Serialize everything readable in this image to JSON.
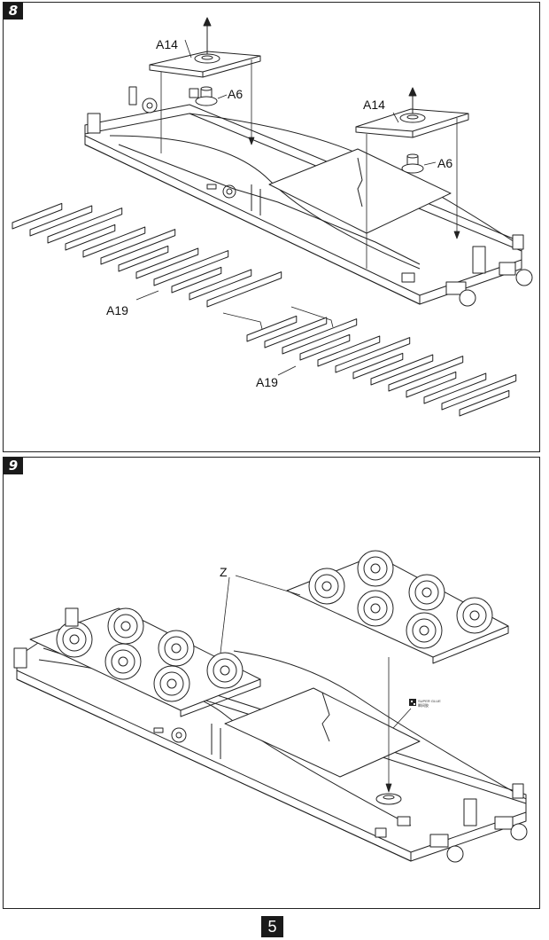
{
  "page_number": "5",
  "steps": [
    {
      "number": "8",
      "labels": {
        "a14_left": "A14",
        "a6_left": "A6",
        "a14_right": "A14",
        "a6_right": "A6",
        "a19_upper": "A19",
        "a19_lower": "A19"
      }
    },
    {
      "number": "9",
      "labels": {
        "z": "Z",
        "glue_line1": "SUPER GLUE",
        "glue_line2": "瞬间胶"
      }
    }
  ]
}
